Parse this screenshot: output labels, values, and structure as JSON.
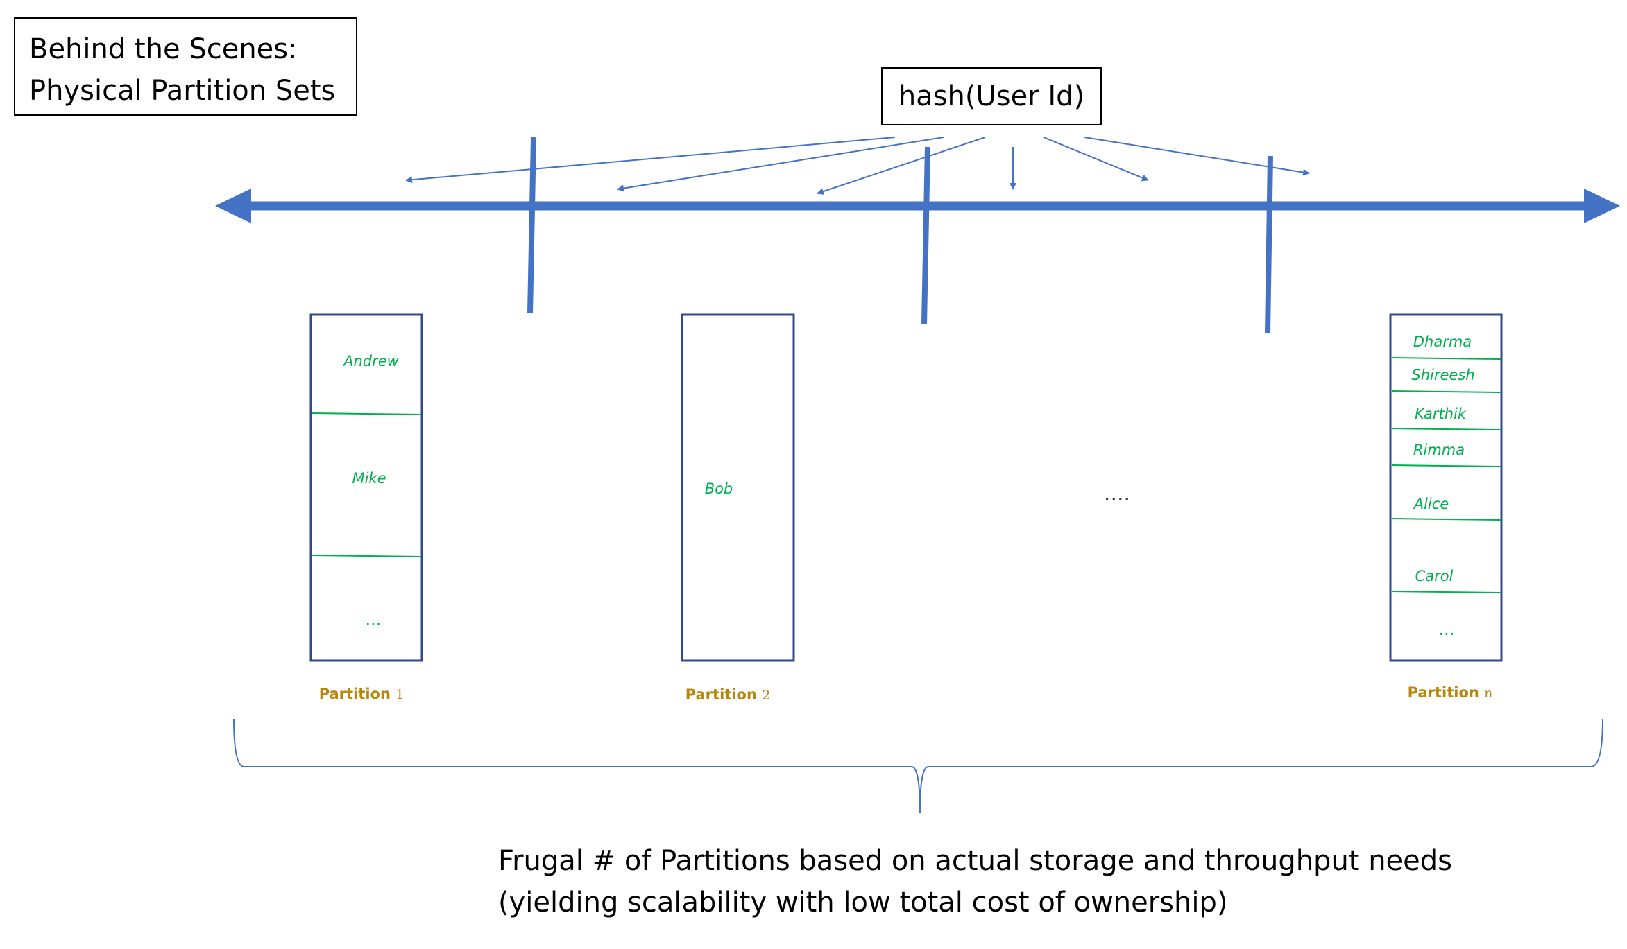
{
  "title": {
    "line1": "Behind the Scenes:",
    "line2": "Physical Partition Sets"
  },
  "hash_label": "hash(User Id)",
  "partitions": [
    {
      "label": "Partition",
      "index": "1",
      "entries": [
        "Andrew",
        "Mike",
        "..."
      ]
    },
    {
      "label": "Partition",
      "index": "2",
      "entries": [
        "Bob"
      ]
    },
    {
      "label": "Partition",
      "index": "n",
      "entries": [
        "Dharma",
        "Shireesh",
        "Karthik",
        "Rimma",
        "Alice",
        "Carol",
        "..."
      ]
    }
  ],
  "gap_ellipsis": "....",
  "footer": {
    "line1": "Frugal # of Partitions based on actual storage and throughput needs",
    "line2": "(yielding scalability with low total cost of ownership)"
  },
  "colors": {
    "axis": "#4472c4",
    "entry_text": "#00b050",
    "divider": "#00b050",
    "partition_label": "#b8860b",
    "box_border": "#2f4a8a"
  }
}
